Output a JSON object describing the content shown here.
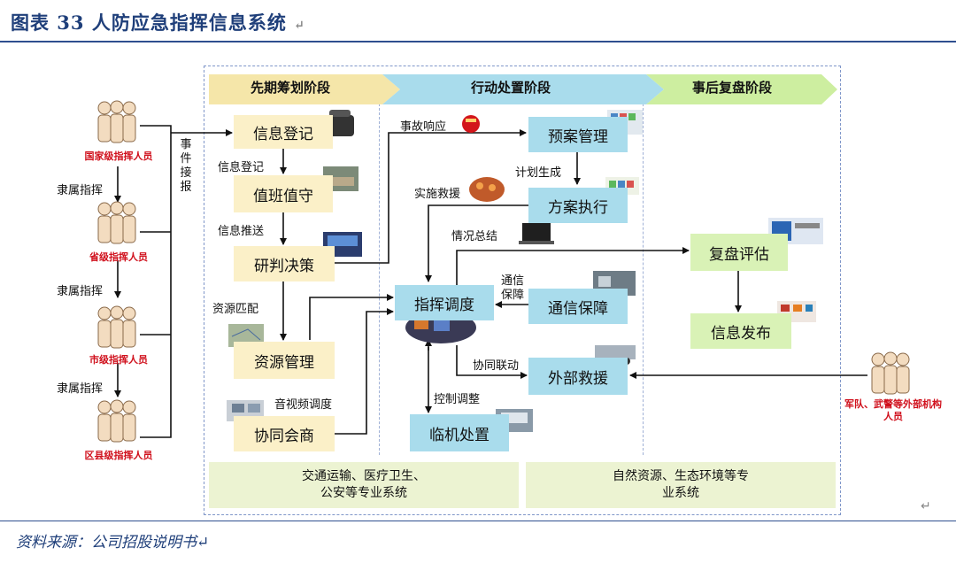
{
  "title": "图表 33    人防应急指挥信息系统",
  "return_mark": "↵",
  "source": "资料来源：公司招股说明书",
  "phases": [
    "先期筹划阶段",
    "行动处置阶段",
    "事后复盘阶段"
  ],
  "personnel": {
    "national": "国家级指挥人员",
    "provincial": "省级指挥人员",
    "city": "市级指挥人员",
    "district": "区县级指挥人员",
    "subordinate": "隶属指挥",
    "external": "军队、武警等外部机构人员"
  },
  "event_report": "事件接报",
  "boxes": {
    "info_register": "信息登记",
    "duty": "值班值守",
    "judgment": "研判决策",
    "resource_mgmt": "资源管理",
    "consult": "协同会商",
    "plan_mgmt": "预案管理",
    "plan_exec": "方案执行",
    "dispatch": "指挥调度",
    "comm": "通信保障",
    "rescue": "外部救援",
    "onsite": "临机处置",
    "review": "复盘评估",
    "release": "信息发布"
  },
  "edge_labels": {
    "info_register": "信息登记",
    "info_push": "信息推送",
    "resource_match": "资源匹配",
    "av_dispatch": "音视频调度",
    "incident_response": "事故响应",
    "plan_generate": "计划生成",
    "implement_rescue": "实施救援",
    "situation_summary": "情况总结",
    "comm_guarantee": "通信保障",
    "coordination": "协同联动",
    "control_adjust": "控制调整"
  },
  "bottom": {
    "left": [
      "交通运输、医疗卫生、",
      "公安等专业系统"
    ],
    "right": [
      "自然资源、生态环境等专",
      "业系统"
    ]
  },
  "colors": {
    "title": "#1f3f7a",
    "phase1": "#f5e6a9",
    "phase2": "#a9dcec",
    "phase3": "#cdeea0",
    "person_label": "#d0101c"
  }
}
